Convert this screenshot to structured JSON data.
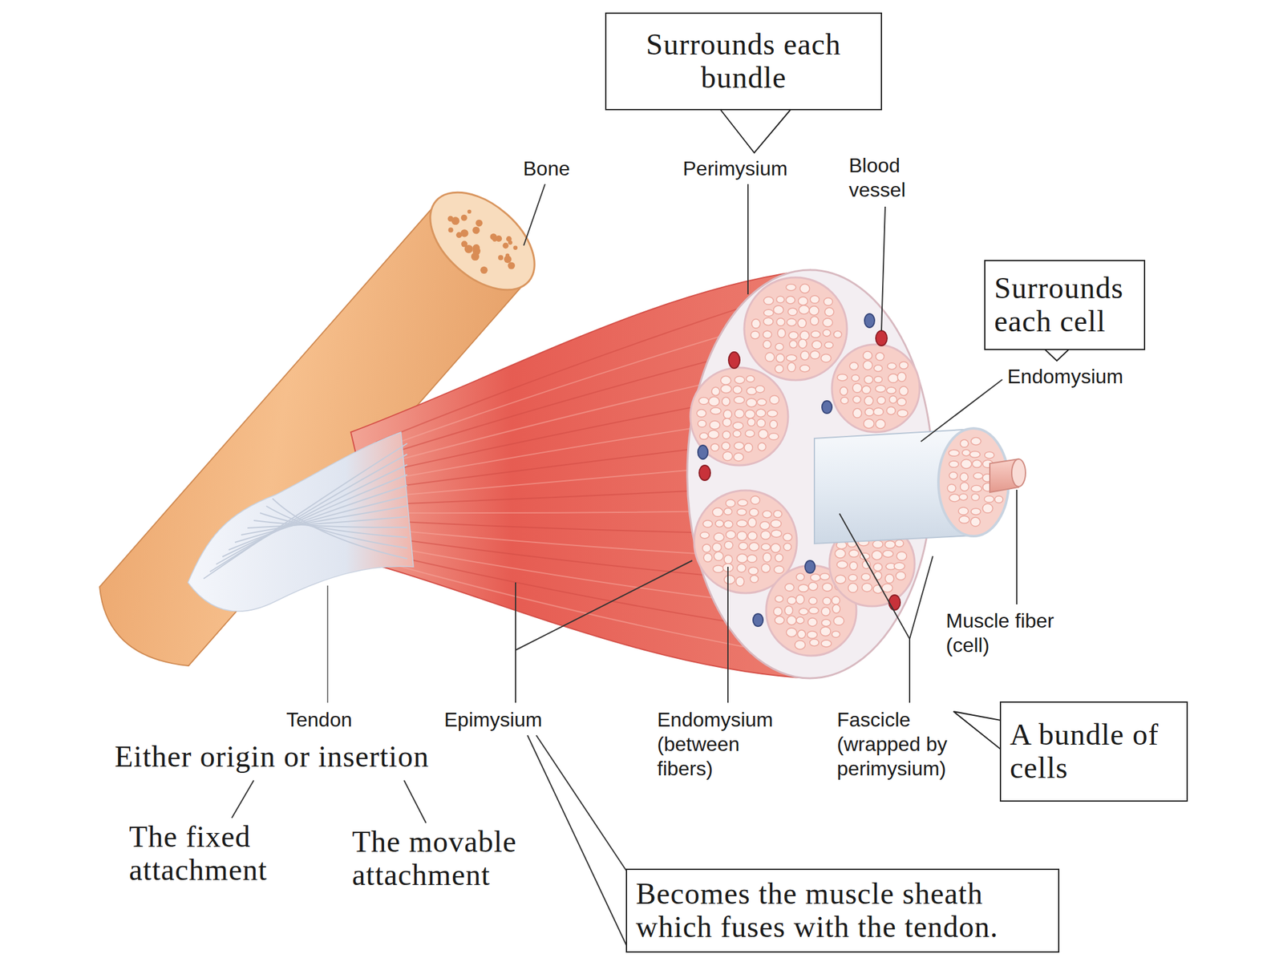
{
  "diagram": {
    "nodes": [
      {
        "text": [
          "Surrounds each bundle"
        ]
      },
      {
        "text": [
          "Surrounds each cell"
        ]
      },
      {
        "text": [
          "A bundle of cells"
        ]
      },
      {
        "text": [
          "Becomes the muscle sheath which fuses with the tendon."
        ]
      }
    ],
    "labels": [
      "Bone",
      "Perimysium",
      "Blood vessel",
      "Endomysium",
      "Muscle fiber (cell)",
      "Tendon",
      "Epimysium",
      "Endomysium (between fibers)",
      "Fascicle (wrapped by perimysium)",
      "Either origin or insertion",
      "The fixed attachment",
      "The movable attachment"
    ]
  }
}
